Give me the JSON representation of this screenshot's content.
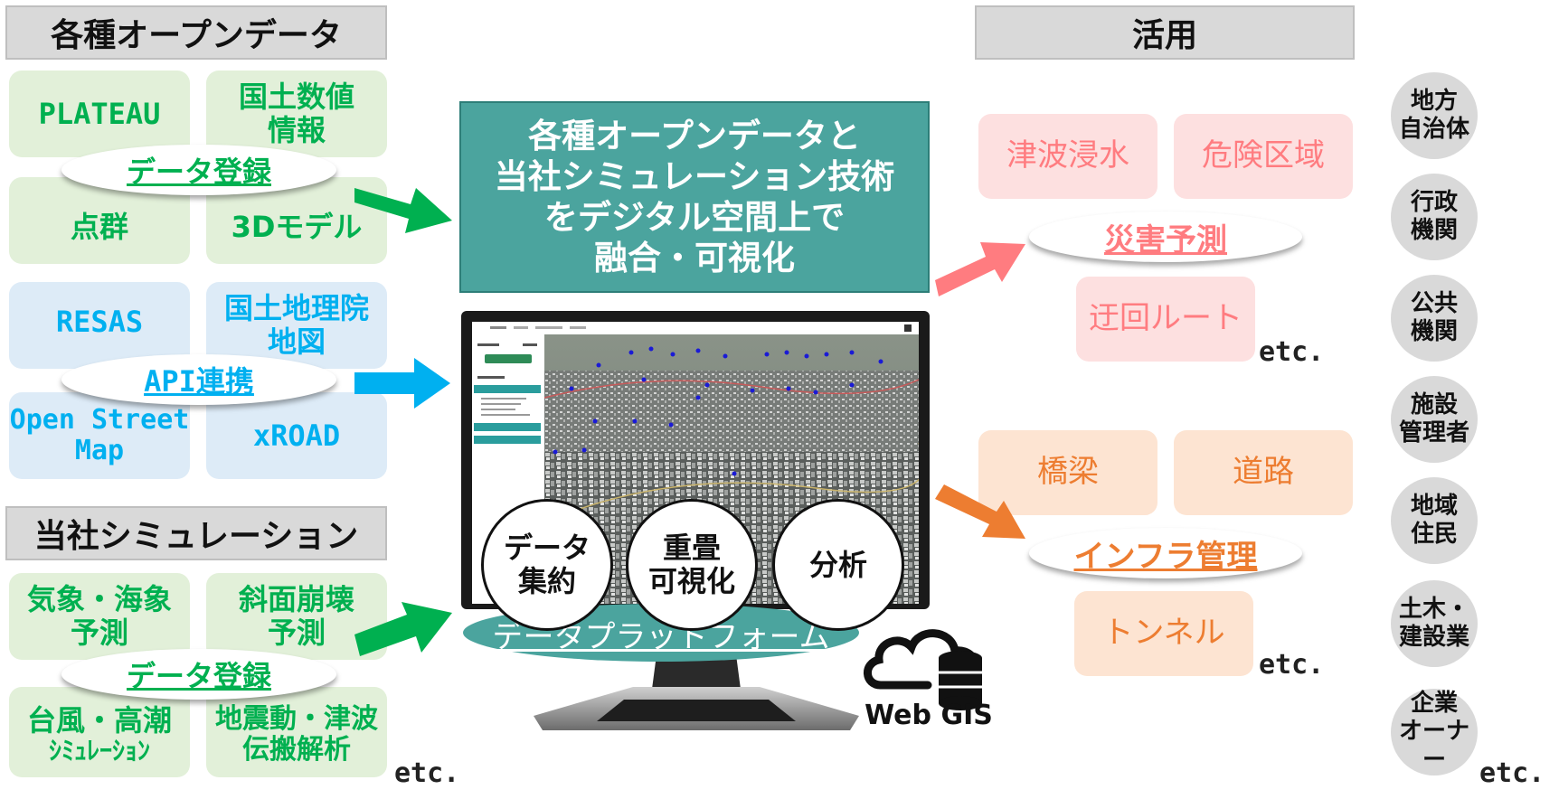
{
  "left": {
    "header_open": "各種オープンデータ",
    "header_sim": "当社シミュレーション",
    "tiles": {
      "plateau": "PLATEAU",
      "kokudo_suchi": "国土数値\n情報",
      "point_cloud": "点群",
      "model_3d": "3Dモデル",
      "resas": "RESAS",
      "gsi_map": "国土地理院\n地図",
      "osm": "Open Street\nMap",
      "xroad": "xROAD",
      "weather": "気象・海象\n予測",
      "slope": "斜面崩壊\n予測",
      "typhoon": "台風・高潮",
      "typhoon_sub": "ｼﾐｭﾚｰｼｮﾝ",
      "quake": "地震動・津波\n伝搬解析"
    },
    "oval_register_1": "データ登録",
    "oval_api": "API連携",
    "oval_register_2": "データ登録",
    "etc": "etc."
  },
  "center": {
    "headline": "各種オープンデータと\n当社シミュレーション技術\nをデジタル空間上で\n融合・可視化",
    "feature_1": "データ\n集約",
    "feature_2": "重畳\n可視化",
    "feature_3": "分析",
    "platform_label": "データプラットフォーム",
    "webgis_label": "Web GIS"
  },
  "right": {
    "header_use": "活用",
    "tsunami": "津波浸水",
    "danger": "危険区域",
    "disaster_oval": "災害予測",
    "detour": "迂回ルート",
    "bridge": "橋梁",
    "road": "道路",
    "infra_oval": "インフラ管理",
    "tunnel": "トンネル",
    "etc_1": "etc.",
    "etc_2": "etc."
  },
  "users": {
    "items": [
      "地方\n自治体",
      "行政\n機関",
      "公共\n機関",
      "施設\n管理者",
      "地域\n住民",
      "土木・\n建設業",
      "企業\nオーナー"
    ],
    "etc": "etc."
  },
  "colors": {
    "teal": "#4ba49e",
    "green_text": "#00b050",
    "blue_text": "#00b0f0",
    "pink_arrow": "#ff7c80",
    "orange_arrow": "#ed7d31",
    "green_arrow": "#00b050",
    "blue_arrow": "#00b0f0"
  }
}
